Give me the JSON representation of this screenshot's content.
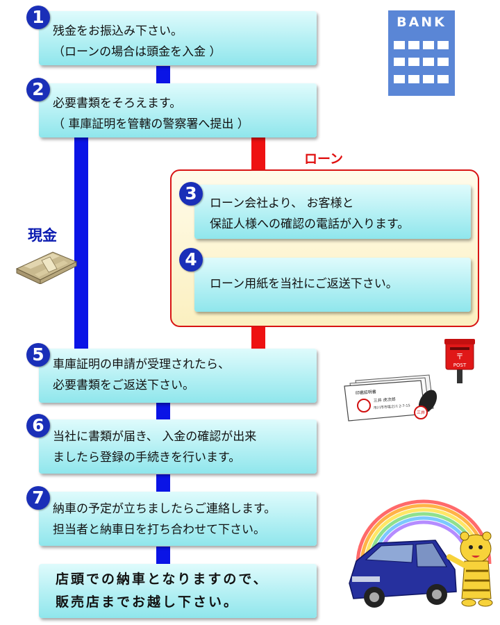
{
  "steps": [
    {
      "num": "1",
      "lines": [
        "残金をお振込み下さい。",
        "（ローンの場合は頭金を入金 ）"
      ]
    },
    {
      "num": "2",
      "lines": [
        "必要書類をそろえます。",
        "（ 車庫証明を管轄の警察署へ提出 ）"
      ]
    },
    {
      "num": "3",
      "lines": [
        "ローン会社より、 お客様と",
        "保証人様への確認の電話が入ります。"
      ]
    },
    {
      "num": "4",
      "lines": [
        "ローン用紙を当社にご返送下さい。"
      ]
    },
    {
      "num": "5",
      "lines": [
        "車庫証明の申請が受理されたら、",
        "必要書類をご返送下さい。"
      ]
    },
    {
      "num": "6",
      "lines": [
        "当社に書類が届き、 入金の確認が出来",
        "ましたら登録の手続きを行います。"
      ]
    },
    {
      "num": "7",
      "lines": [
        "納車の予定が立ちましたらご連絡します。",
        "担当者と納車日を打ち合わせて下さい。"
      ]
    }
  ],
  "final": {
    "lines": [
      "店頭での納車となりますので、",
      "販売店までお越し下さい。"
    ]
  },
  "branches": {
    "loan_label": "ローン",
    "cash_label": "現金"
  },
  "bank_sign": "BANK",
  "postbox_label": "POST",
  "certificate": {
    "title": "印鑑証明書",
    "name": "三井 虎次郎",
    "address": "市川市市塩之川 2-7-15",
    "stamp": "三井"
  },
  "colors": {
    "flow_blue": "#0a14e6",
    "loan_red": "#ee1212",
    "box_cyan": "#8fe6ec",
    "number_blue": "#1a2fb8"
  }
}
